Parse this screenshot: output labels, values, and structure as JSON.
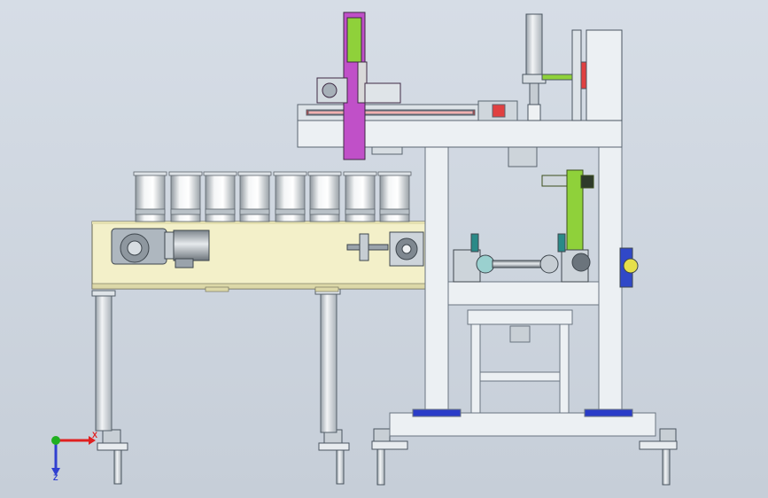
{
  "viewport": {
    "background_top": "#d6dde6",
    "background_bottom": "#c6ced8"
  },
  "colors": {
    "conveyor": "#f3f0c9",
    "frame": "#ecf0f3",
    "frame_edge": "#6a7580",
    "motor": "#b9c3cc",
    "accent_purple": "#c050c8",
    "accent_green": "#8fd13a",
    "accent_red": "#e04040",
    "accent_blue": "#2a3cc8",
    "axis_x": "#e02020",
    "axis_y": "#20b020",
    "axis_z": "#3040d0"
  },
  "triad": {
    "x_label": "X",
    "z_label": "Z"
  },
  "components": [
    {
      "name": "conveyor-belt"
    },
    {
      "name": "can-row"
    },
    {
      "name": "gear-motor"
    },
    {
      "name": "gantry-beam"
    },
    {
      "name": "vertical-slide"
    },
    {
      "name": "pneumatic-cylinder"
    },
    {
      "name": "support-frame"
    },
    {
      "name": "capping-head"
    },
    {
      "name": "green-belt-drive"
    },
    {
      "name": "leveling-feet"
    }
  ]
}
